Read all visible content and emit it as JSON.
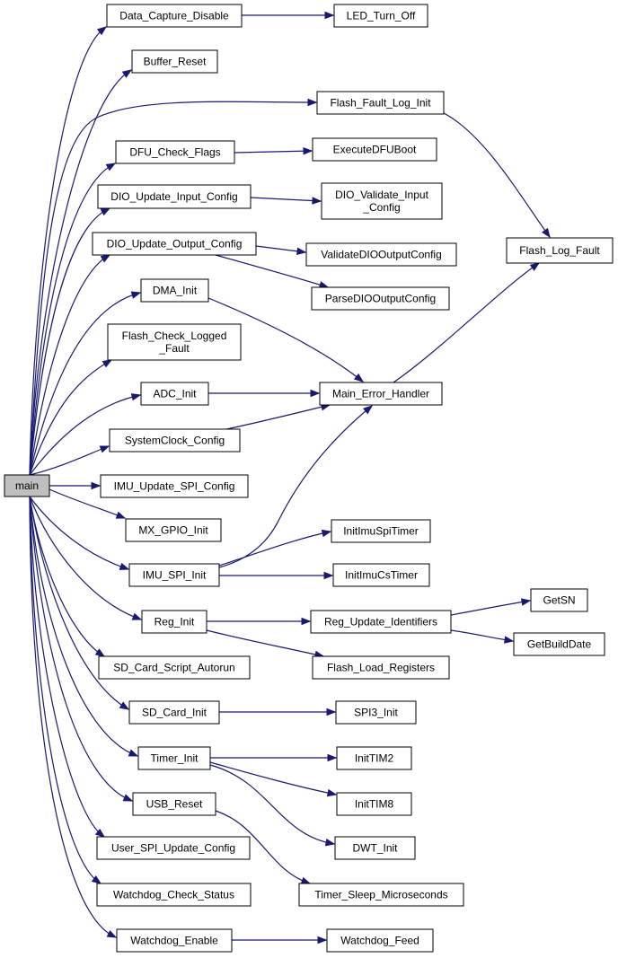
{
  "diagram": {
    "colors": {
      "edge": "#191970",
      "root_fill": "#bfbfbf",
      "node_fill": "#ffffff",
      "border": "#000000"
    },
    "nodes": [
      {
        "id": "main",
        "label": "main"
      },
      {
        "id": "data_capture_disable",
        "label": "Data_Capture_Disable"
      },
      {
        "id": "led_turn_off",
        "label": "LED_Turn_Off"
      },
      {
        "id": "buffer_reset",
        "label": "Buffer_Reset"
      },
      {
        "id": "flash_fault_log_init",
        "label": "Flash_Fault_Log_Init"
      },
      {
        "id": "dfu_check_flags",
        "label": "DFU_Check_Flags"
      },
      {
        "id": "executedfuboot",
        "label": "ExecuteDFUBoot"
      },
      {
        "id": "dio_update_input_config",
        "label": "DIO_Update_Input_Config"
      },
      {
        "id": "dio_validate_input_config",
        "label": "DIO_Validate_Input\n_Config"
      },
      {
        "id": "dio_update_output_config",
        "label": "DIO_Update_Output_Config"
      },
      {
        "id": "validatediooutputconfig",
        "label": "ValidateDIOOutputConfig"
      },
      {
        "id": "flash_log_fault",
        "label": "Flash_Log_Fault"
      },
      {
        "id": "parsediooutputconfig",
        "label": "ParseDIOOutputConfig"
      },
      {
        "id": "dma_init",
        "label": "DMA_Init"
      },
      {
        "id": "flash_check_logged_fault",
        "label": "Flash_Check_Logged\n_Fault"
      },
      {
        "id": "adc_init",
        "label": "ADC_Init"
      },
      {
        "id": "main_error_handler",
        "label": "Main_Error_Handler"
      },
      {
        "id": "systemclock_config",
        "label": "SystemClock_Config"
      },
      {
        "id": "imu_update_spi_config",
        "label": "IMU_Update_SPI_Config"
      },
      {
        "id": "mx_gpio_init",
        "label": "MX_GPIO_Init"
      },
      {
        "id": "initimuspitimer",
        "label": "InitImuSpiTimer"
      },
      {
        "id": "imu_spi_init",
        "label": "IMU_SPI_Init"
      },
      {
        "id": "initimucstimer",
        "label": "InitImuCsTimer"
      },
      {
        "id": "getsn",
        "label": "GetSN"
      },
      {
        "id": "reg_init",
        "label": "Reg_Init"
      },
      {
        "id": "reg_update_identifiers",
        "label": "Reg_Update_Identifiers"
      },
      {
        "id": "getbuilddate",
        "label": "GetBuildDate"
      },
      {
        "id": "sd_card_script_autorun",
        "label": "SD_Card_Script_Autorun"
      },
      {
        "id": "flash_load_registers",
        "label": "Flash_Load_Registers"
      },
      {
        "id": "sd_card_init",
        "label": "SD_Card_Init"
      },
      {
        "id": "spi3_init",
        "label": "SPI3_Init"
      },
      {
        "id": "timer_init",
        "label": "Timer_Init"
      },
      {
        "id": "inittim2",
        "label": "InitTIM2"
      },
      {
        "id": "usb_reset",
        "label": "USB_Reset"
      },
      {
        "id": "inittim8",
        "label": "InitTIM8"
      },
      {
        "id": "user_spi_update_config",
        "label": "User_SPI_Update_Config"
      },
      {
        "id": "dwt_init",
        "label": "DWT_Init"
      },
      {
        "id": "watchdog_check_status",
        "label": "Watchdog_Check_Status"
      },
      {
        "id": "timer_sleep_microseconds",
        "label": "Timer_Sleep_Microseconds"
      },
      {
        "id": "watchdog_enable",
        "label": "Watchdog_Enable"
      },
      {
        "id": "watchdog_feed",
        "label": "Watchdog_Feed"
      }
    ],
    "edges": [
      [
        "main",
        "data_capture_disable"
      ],
      [
        "main",
        "buffer_reset"
      ],
      [
        "main",
        "flash_fault_log_init"
      ],
      [
        "main",
        "dfu_check_flags"
      ],
      [
        "main",
        "dio_update_input_config"
      ],
      [
        "main",
        "dio_update_output_config"
      ],
      [
        "main",
        "dma_init"
      ],
      [
        "main",
        "flash_check_logged_fault"
      ],
      [
        "main",
        "adc_init"
      ],
      [
        "main",
        "systemclock_config"
      ],
      [
        "main",
        "imu_update_spi_config"
      ],
      [
        "main",
        "mx_gpio_init"
      ],
      [
        "main",
        "imu_spi_init"
      ],
      [
        "main",
        "reg_init"
      ],
      [
        "main",
        "sd_card_script_autorun"
      ],
      [
        "main",
        "sd_card_init"
      ],
      [
        "main",
        "timer_init"
      ],
      [
        "main",
        "usb_reset"
      ],
      [
        "main",
        "user_spi_update_config"
      ],
      [
        "main",
        "watchdog_check_status"
      ],
      [
        "main",
        "watchdog_enable"
      ],
      [
        "data_capture_disable",
        "led_turn_off"
      ],
      [
        "flash_fault_log_init",
        "flash_log_fault"
      ],
      [
        "dfu_check_flags",
        "executedfuboot"
      ],
      [
        "dio_update_input_config",
        "dio_validate_input_config"
      ],
      [
        "dio_update_output_config",
        "validatediooutputconfig"
      ],
      [
        "dio_update_output_config",
        "parsediooutputconfig"
      ],
      [
        "dma_init",
        "main_error_handler"
      ],
      [
        "adc_init",
        "main_error_handler"
      ],
      [
        "systemclock_config",
        "main_error_handler"
      ],
      [
        "imu_spi_init",
        "main_error_handler"
      ],
      [
        "main_error_handler",
        "flash_log_fault"
      ],
      [
        "imu_spi_init",
        "initimuspitimer"
      ],
      [
        "imu_spi_init",
        "initimucstimer"
      ],
      [
        "reg_init",
        "reg_update_identifiers"
      ],
      [
        "reg_init",
        "flash_load_registers"
      ],
      [
        "reg_update_identifiers",
        "getsn"
      ],
      [
        "reg_update_identifiers",
        "getbuilddate"
      ],
      [
        "sd_card_init",
        "spi3_init"
      ],
      [
        "timer_init",
        "inittim2"
      ],
      [
        "timer_init",
        "inittim8"
      ],
      [
        "timer_init",
        "dwt_init"
      ],
      [
        "usb_reset",
        "timer_sleep_microseconds"
      ],
      [
        "watchdog_enable",
        "watchdog_feed"
      ]
    ]
  }
}
